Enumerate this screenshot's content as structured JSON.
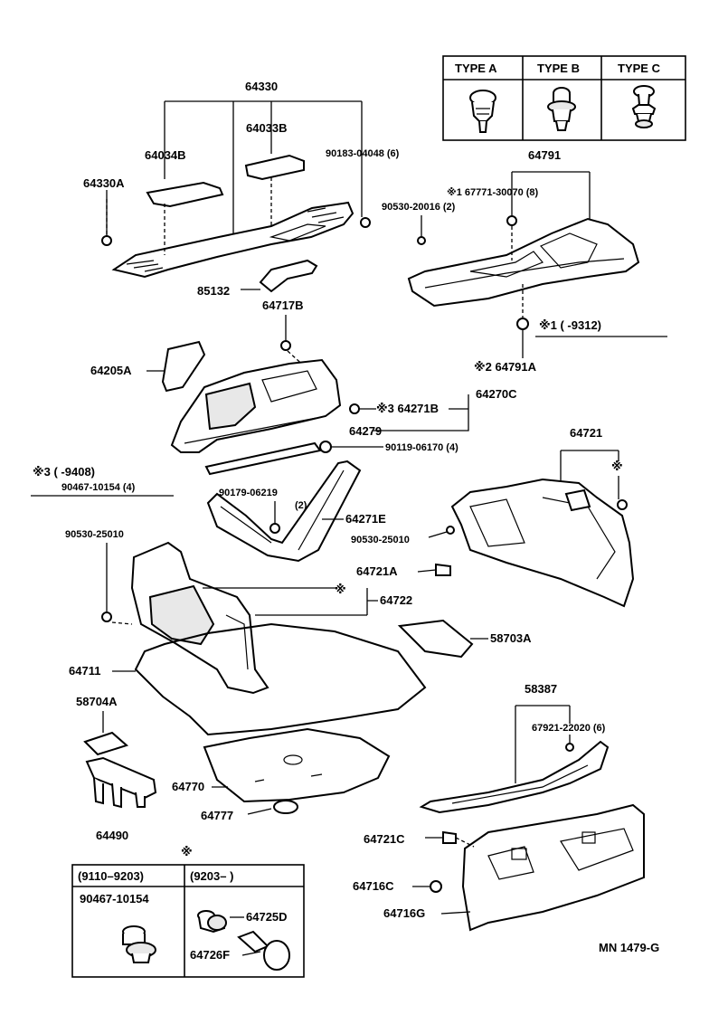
{
  "legend": {
    "type_a": "TYPE  A",
    "type_b": "TYPE  B",
    "type_c": "TYPE  C"
  },
  "labels": {
    "p64330": "64330",
    "p64033b": "64033B",
    "p64034b": "64034B",
    "p64330a": "64330A",
    "p90183": "90183-04048 (6)",
    "p85132": "85132",
    "p64791": "64791",
    "p67771": "※1 67771-30070 (8)",
    "p90530_20016": "90530-20016 (2)",
    "p_note1": "※1 (        -9312)",
    "p64791a": "※2 64791A",
    "p64717b": "64717B",
    "p64205a": "64205A",
    "p64271b": "※3 64271B",
    "p64270c": "64270C",
    "p64279": "64279",
    "p90119": "90119-06170 (4)",
    "p_note3": "※3 (        -9408)",
    "p90467_note": "90467-10154 (4)",
    "p90179": "90179-06219",
    "p90179_qty": "(2)",
    "p64271e": "64271E",
    "p64721": "64721",
    "p64721_mark": "※",
    "p90530_25010_right": "90530-25010",
    "p64721a": "64721A",
    "p90530_25010_left": "90530-25010",
    "p64722": "64722",
    "p64722_mark": "※",
    "p58703a": "58703A",
    "p64711": "64711",
    "p58387": "58387",
    "p67921": "67921-22020 (6)",
    "p58704a": "58704A",
    "p64770": "64770",
    "p64777": "64777",
    "p64490": "64490",
    "p64721c": "64721C",
    "p64716c": "64716C",
    "p64716g": "64716G",
    "p64725d": "64725D",
    "p64726f": "64726F",
    "doc_code": "MN  1479-G"
  },
  "bottom_table": {
    "mark": "※",
    "col1_header": "(9110–9203)",
    "col2_header": "(9203–         )",
    "col1_part": "90467-10154"
  }
}
